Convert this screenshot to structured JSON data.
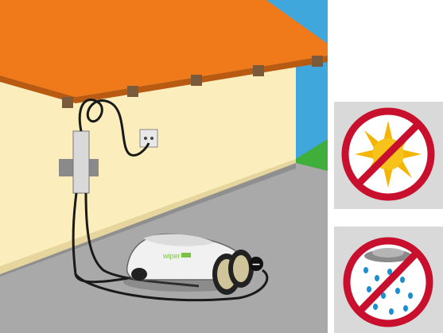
{
  "scene": {
    "colors": {
      "sky": "#3fa7dc",
      "roof": "#f07a1a",
      "wall": "#fbeebc",
      "grass": "#3fae3a",
      "pavement": "#a9a9a9",
      "cable": "#1a1a1a",
      "mower_body": "#f1f1f1",
      "mower_accent": "#7cc242"
    },
    "negative_terminal_symbol": "−",
    "brand_logo_text": "wiper"
  },
  "warning_icons": [
    {
      "name": "no-sun",
      "prohibition_color": "#c8102e",
      "symbol": "sun"
    },
    {
      "name": "no-rain",
      "prohibition_color": "#c8102e",
      "symbol": "rain"
    }
  ]
}
